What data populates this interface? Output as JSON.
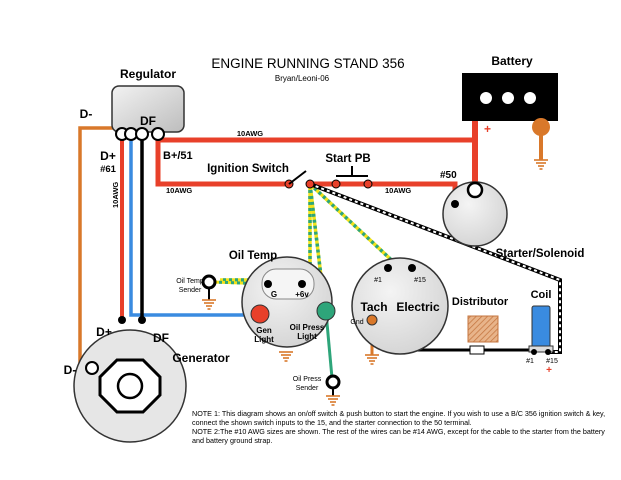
{
  "title": "ENGINE RUNNING STAND 356",
  "subtitle": "Bryan/Leoni-06",
  "regulator": {
    "label": "Regulator",
    "df": "DF",
    "d_minus": "D-",
    "d_plus": "D+",
    "num61": "#61",
    "b_plus": "B+/51"
  },
  "battery": {
    "label": "Battery",
    "plus": "+"
  },
  "ignition_switch": "Ignition Switch",
  "start_pb": "Start PB",
  "wires": {
    "awg_top": "10AWG",
    "awg_left": "10AWG",
    "awg_right": "10AWG",
    "awg_vertical": "10AWG"
  },
  "starter": {
    "label": "Starter/Solenoid",
    "num50": "#50"
  },
  "oil_temp": {
    "label": "Oil Temp",
    "sender": [
      "Oil Temp",
      "Sender"
    ],
    "g": "G",
    "plus6v": "+6v"
  },
  "gauge_lights": {
    "gen_light": [
      "Gen",
      "Light"
    ],
    "oil_press_light": [
      "Oil Press",
      "Light"
    ]
  },
  "oil_press_sender": [
    "Oil Press",
    "Sender"
  ],
  "tach": {
    "label": "Tach",
    "electric": "Electric",
    "t1": "#1",
    "t15": "#15",
    "gnd": "Gnd"
  },
  "distributor": "Distributor",
  "coil": {
    "label": "Coil",
    "c1": "#1",
    "c15": "#15",
    "plus": "+"
  },
  "generator": {
    "label": "Generator",
    "d_plus": "D+",
    "df": "DF",
    "d_minus": "D-"
  },
  "notes": [
    "NOTE 1: This diagram shows an on/off switch & push button to start the engine. If you wish to use a B/C 356 ignition switch & key, connect the shown switch inputs to the 15, and the starter connection to the 50 terminal.",
    "NOTE 2:The #10 AWG sizes are shown. The rest of the wires can be #14 AWG, except for the cable to the starter from the battery and battery ground strap."
  ],
  "colors": {
    "red": "#e8402a",
    "orange": "#d9782a",
    "blue": "#3a8be0",
    "green": "#2ea57a",
    "yellow": "#f2e31a",
    "black": "#000000",
    "gray_fill": "#e6e6e6"
  }
}
